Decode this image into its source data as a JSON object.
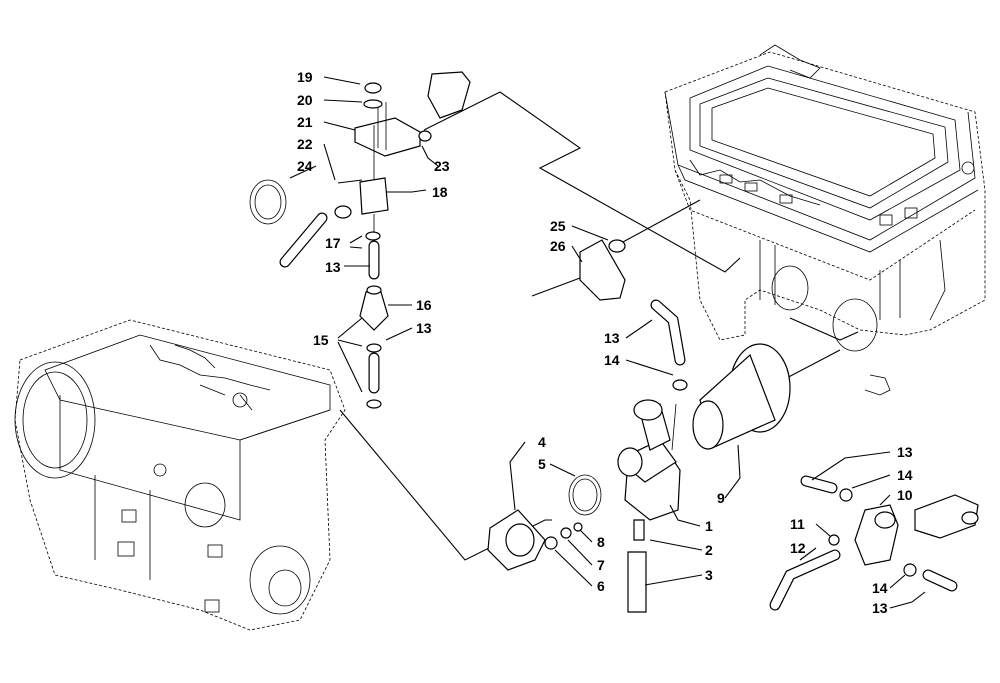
{
  "diagram": {
    "callouts": [
      {
        "id": "c19",
        "text": "19"
      },
      {
        "id": "c20",
        "text": "20"
      },
      {
        "id": "c21",
        "text": "21"
      },
      {
        "id": "c22",
        "text": "22"
      },
      {
        "id": "c24",
        "text": "24"
      },
      {
        "id": "c23",
        "text": "23"
      },
      {
        "id": "c18",
        "text": "18"
      },
      {
        "id": "c17",
        "text": "17"
      },
      {
        "id": "c13a",
        "text": "13"
      },
      {
        "id": "c16",
        "text": "16"
      },
      {
        "id": "c15",
        "text": "15"
      },
      {
        "id": "c13b",
        "text": "13"
      },
      {
        "id": "c25",
        "text": "25"
      },
      {
        "id": "c26",
        "text": "26"
      },
      {
        "id": "c13c",
        "text": "13"
      },
      {
        "id": "c14a",
        "text": "14"
      },
      {
        "id": "c4",
        "text": "4"
      },
      {
        "id": "c5",
        "text": "5"
      },
      {
        "id": "c9",
        "text": "9"
      },
      {
        "id": "c1",
        "text": "1"
      },
      {
        "id": "c8",
        "text": "8"
      },
      {
        "id": "c2",
        "text": "2"
      },
      {
        "id": "c7",
        "text": "7"
      },
      {
        "id": "c3",
        "text": "3"
      },
      {
        "id": "c6",
        "text": "6"
      },
      {
        "id": "c13d",
        "text": "13"
      },
      {
        "id": "c14b",
        "text": "14"
      },
      {
        "id": "c10",
        "text": "10"
      },
      {
        "id": "c11",
        "text": "11"
      },
      {
        "id": "c12",
        "text": "12"
      },
      {
        "id": "c14c",
        "text": "14"
      },
      {
        "id": "c13e",
        "text": "13"
      }
    ]
  }
}
